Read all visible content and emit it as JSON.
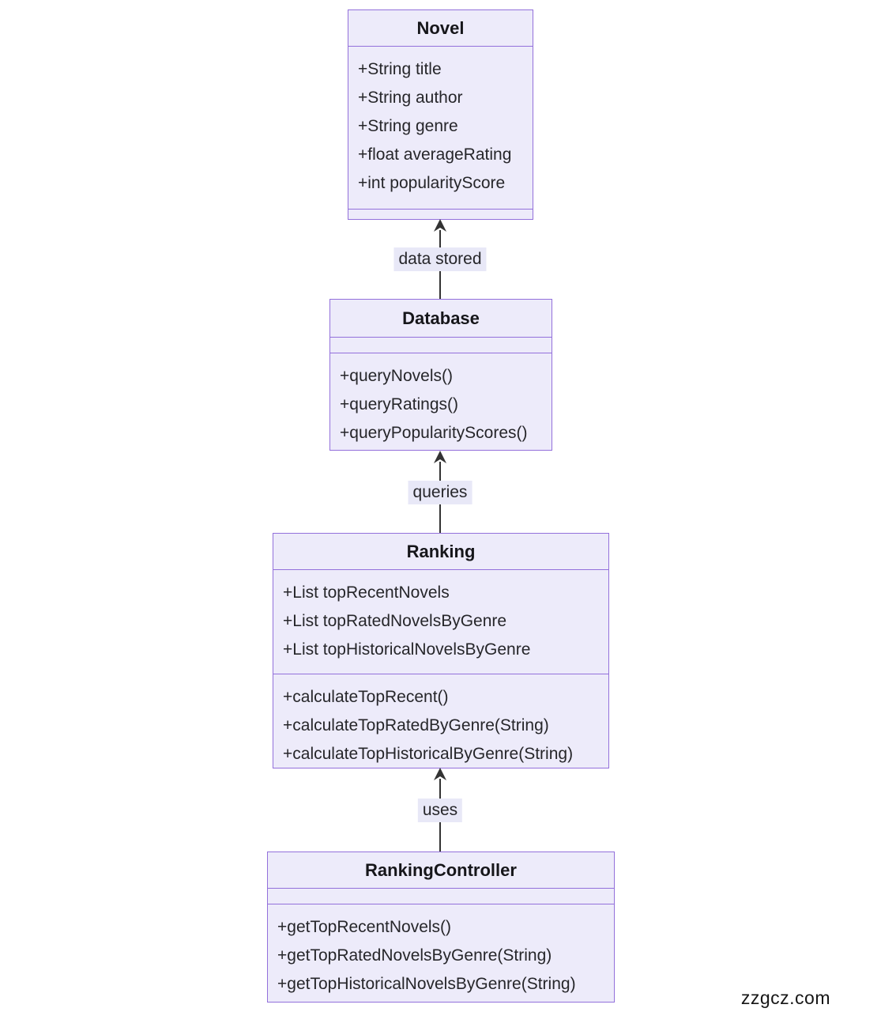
{
  "page": {
    "watermark": "zzgcz.com",
    "background_color": "#ffffff"
  },
  "theme": {
    "box_fill": "#EDEBFA",
    "box_border": "#9370DB",
    "edge_color": "#333333",
    "label_background": "#E8E8F7",
    "text_color": "#26262a"
  },
  "diagram": {
    "type": "uml-class-diagram",
    "classes": [
      {
        "name": "Novel",
        "attributes": [
          "+String title",
          "+String author",
          "+String genre",
          "+float averageRating",
          "+int popularityScore"
        ],
        "methods": []
      },
      {
        "name": "Database",
        "attributes": [],
        "methods": [
          "+queryNovels()",
          "+queryRatings()",
          "+queryPopularityScores()"
        ]
      },
      {
        "name": "Ranking",
        "attributes": [
          "+List topRecentNovels",
          "+List topRatedNovelsByGenre",
          "+List topHistoricalNovelsByGenre"
        ],
        "methods": [
          "+calculateTopRecent()",
          "+calculateTopRatedByGenre(String)",
          "+calculateTopHistoricalByGenre(String)"
        ]
      },
      {
        "name": "RankingController",
        "attributes": [],
        "methods": [
          "+getTopRecentNovels()",
          "+getTopRatedNovelsByGenre(String)",
          "+getTopHistoricalNovelsByGenre(String)"
        ]
      }
    ],
    "edges": [
      {
        "from": "Database",
        "to": "Novel",
        "label": "data stored"
      },
      {
        "from": "Ranking",
        "to": "Database",
        "label": "queries"
      },
      {
        "from": "RankingController",
        "to": "Ranking",
        "label": "uses"
      }
    ]
  }
}
